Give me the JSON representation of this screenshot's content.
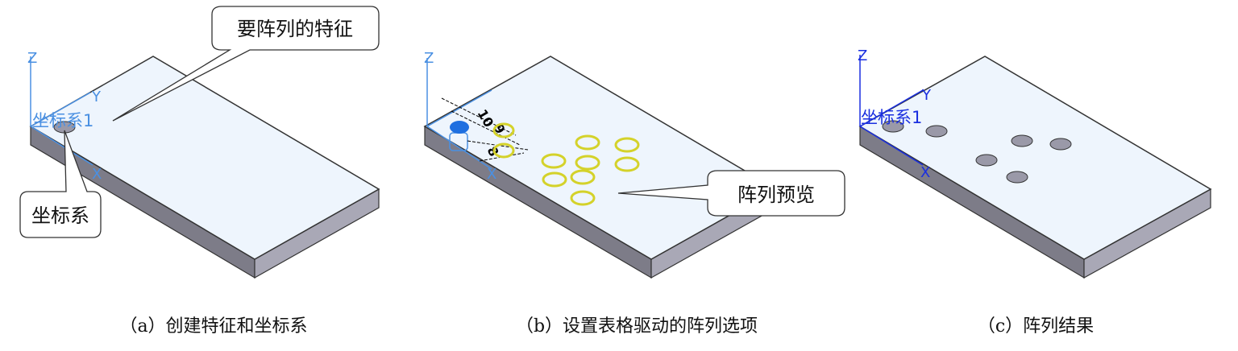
{
  "panels": [
    {
      "caption": "（a）创建特征和坐标系",
      "callouts": [
        "要阵列的特征",
        "坐标系"
      ],
      "csys_label": "坐标系1",
      "axes": {
        "z": "Z",
        "y": "Y",
        "x": "X"
      }
    },
    {
      "caption": "（b）设置表格驱动的阵列选项",
      "callouts": [
        "阵列预览"
      ],
      "axes": {
        "z": "Z",
        "x": "X"
      },
      "dimensions": [
        "10",
        "9",
        "8"
      ]
    },
    {
      "caption": "（c）阵列结果",
      "csys_label": "坐标系1",
      "axes": {
        "z": "Z",
        "y": "Y",
        "x": "X"
      }
    }
  ],
  "colors": {
    "csys_light": "#4a90e2",
    "csys_dark": "#1a2fe0",
    "preview": "#d4d22a",
    "plate_top": "#eef5fd"
  }
}
